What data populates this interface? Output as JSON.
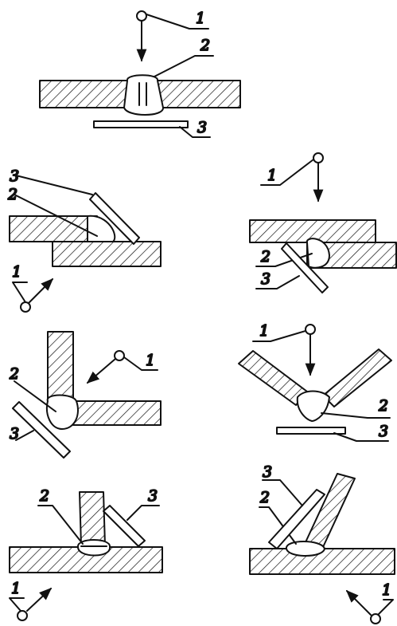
{
  "labels": {
    "source": "1",
    "weld": "2",
    "detector": "3"
  }
}
